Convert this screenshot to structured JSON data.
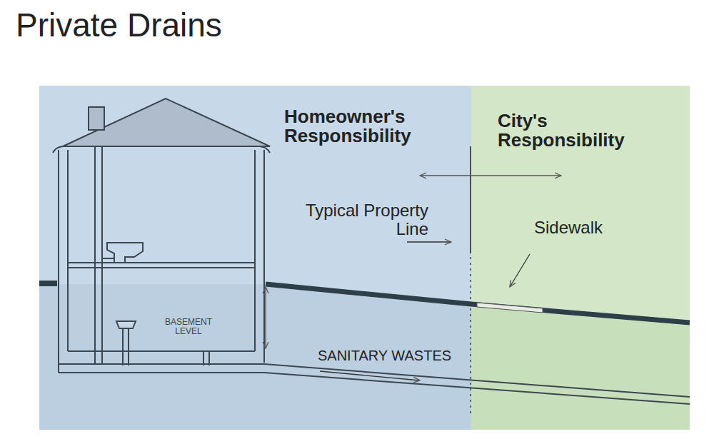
{
  "diagram": {
    "title": "Private Drains",
    "nodes": [
      {
        "text": [
          "Homeowner's Responsibility"
        ]
      },
      {
        "text": [
          "City's Responsibility"
        ]
      }
    ],
    "labels": [
      "Typical Property Line",
      "Sidewalk",
      "BASEMENT LEVEL",
      "SANITARY WASTES"
    ]
  }
}
